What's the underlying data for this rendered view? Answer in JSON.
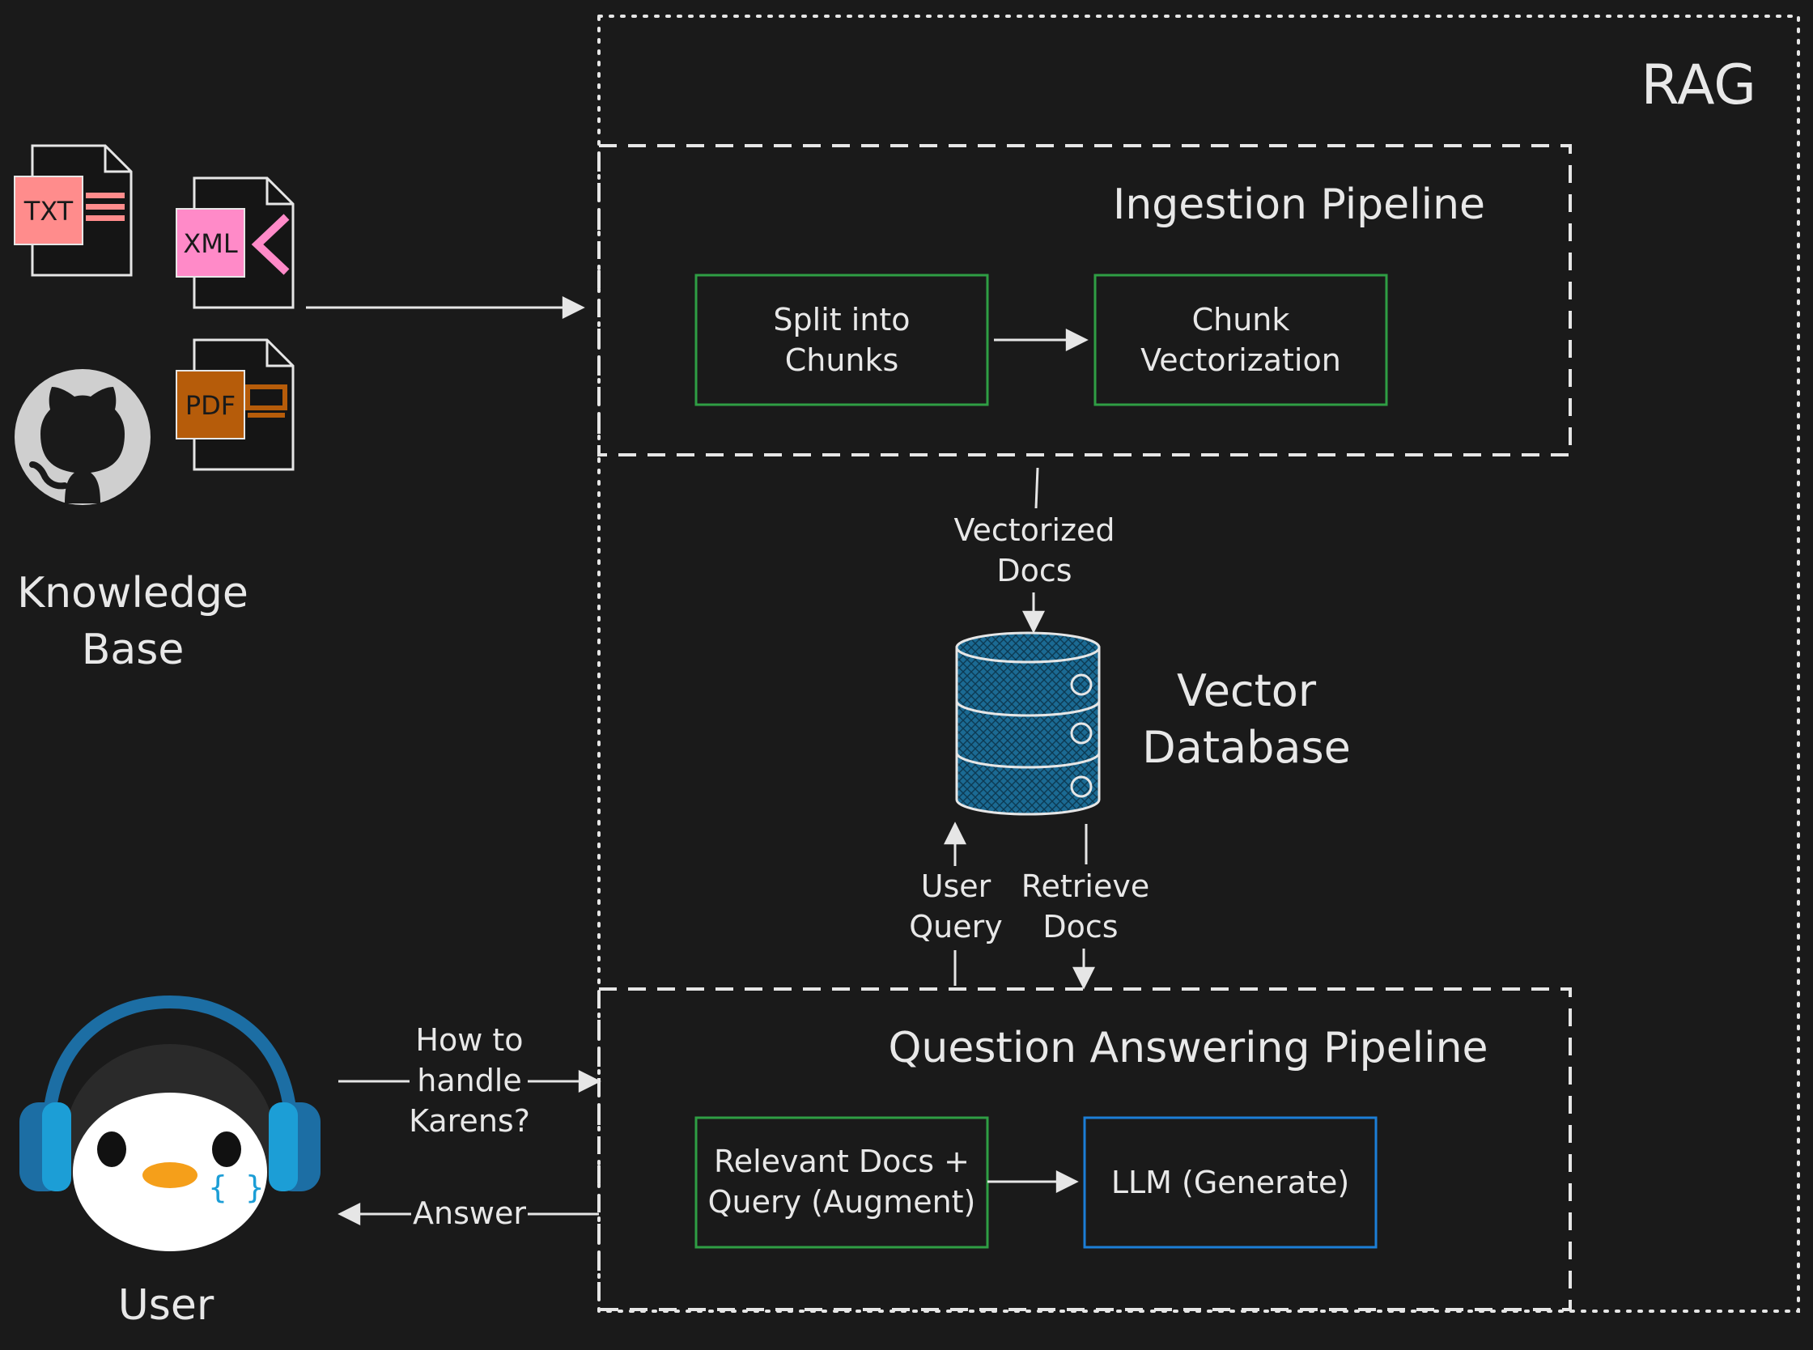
{
  "rag_label": "RAG",
  "knowledge_base": {
    "label_line1": "Knowledge",
    "label_line2": "Base",
    "files": [
      {
        "badge": "TXT",
        "color": "#ff8c8c"
      },
      {
        "badge": "XML",
        "color": "#ff8ac8"
      },
      {
        "badge": "PDF",
        "color": "#b65c0a"
      }
    ],
    "github_icon": "github-icon"
  },
  "ingestion": {
    "title": "Ingestion Pipeline",
    "step1_line1": "Split into",
    "step1_line2": "Chunks",
    "step2_line1": "Chunk",
    "step2_line2": "Vectorization"
  },
  "vector_db": {
    "label_line1": "Vector",
    "label_line2": "Database",
    "edge_in_line1": "Vectorized",
    "edge_in_line2": "Docs",
    "query_line1": "User",
    "query_line2": "Query",
    "retrieve_line1": "Retrieve",
    "retrieve_line2": "Docs"
  },
  "qa": {
    "title": "Question Answering Pipeline",
    "step1_line1": "Relevant Docs +",
    "step1_line2": "Query (Augment)",
    "step2": "LLM (Generate)"
  },
  "user": {
    "label": "User",
    "question_line1": "How to",
    "question_line2": "handle",
    "question_line3": "Karens?",
    "answer": "Answer",
    "avatar_glyph": "{ }"
  },
  "colors": {
    "green_box": "#2f9e44",
    "blue_box": "#1c7ed6",
    "db_fill": "#1b6a93",
    "headphone": "#1c6ea4"
  }
}
